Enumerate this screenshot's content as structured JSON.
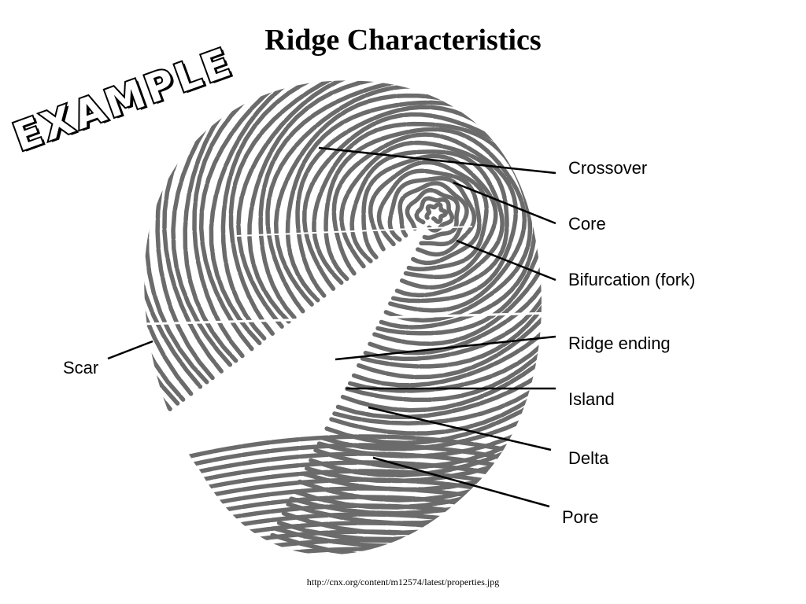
{
  "title": "Ridge Characteristics",
  "stamp_text": "EXAMPLE",
  "labels": {
    "crossover": "Crossover",
    "core": "Core",
    "bifurcation": "Bifurcation (fork)",
    "ridge_ending": "Ridge ending",
    "island": "Island",
    "delta": "Delta",
    "pore": "Pore",
    "scar": "Scar"
  },
  "source_url": "http://cnx.org/content/m12574/latest/properties.jpg",
  "colors": {
    "ridge": "#6b6b6b",
    "leader_line": "#000000",
    "background": "#ffffff"
  }
}
